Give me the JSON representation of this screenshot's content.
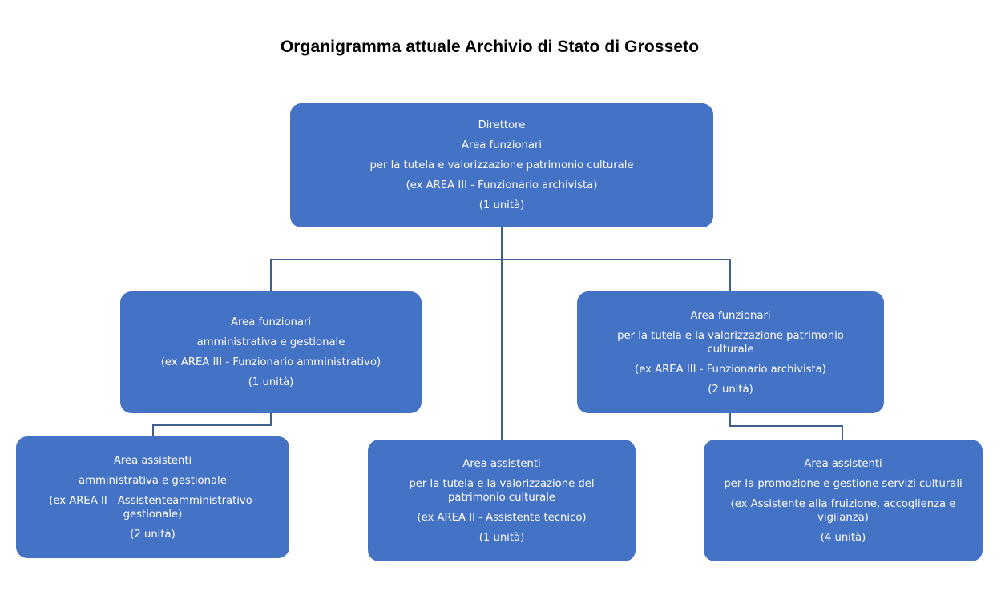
{
  "title": "Organigramma attuale Archivio di Stato di Grosseto",
  "colors": {
    "box_fill": "#4472c4",
    "connector": "#3f5f8f",
    "box_text": "#ffffff"
  },
  "nodes": {
    "director": {
      "lines": [
        "Direttore",
        "Area funzionari",
        "per la tutela e valorizzazione patrimonio culturale",
        "(ex AREA III - Funzionario archivista)",
        "(1 unità)"
      ]
    },
    "admin_functionaries": {
      "lines": [
        "Area funzionari",
        "amministrativa e gestionale",
        "(ex AREA III - Funzionario amministrativo)",
        "(1 unità)"
      ]
    },
    "cultural_functionaries": {
      "lines": [
        "Area funzionari",
        "per la tutela e la valorizzazione patrimonio culturale",
        "(ex AREA III - Funzionario archivista)",
        "(2 unità)"
      ]
    },
    "admin_assistants": {
      "lines": [
        "Area assistenti",
        "amministrativa e gestionale",
        "(ex AREA II - Assistenteamministrativo-gestionale)",
        "(2 unità)"
      ]
    },
    "technical_assistants": {
      "lines": [
        "Area assistenti",
        "per la tutela e la valorizzazione del patrimonio culturale",
        "(ex AREA II - Assistente tecnico)",
        "(1 unità)"
      ]
    },
    "services_assistants": {
      "lines": [
        "Area assistenti",
        "per la promozione e gestione servizi culturali",
        "(ex Assistente alla fruizione, accoglienza e vigilanza)",
        "(4 unità)"
      ]
    }
  }
}
